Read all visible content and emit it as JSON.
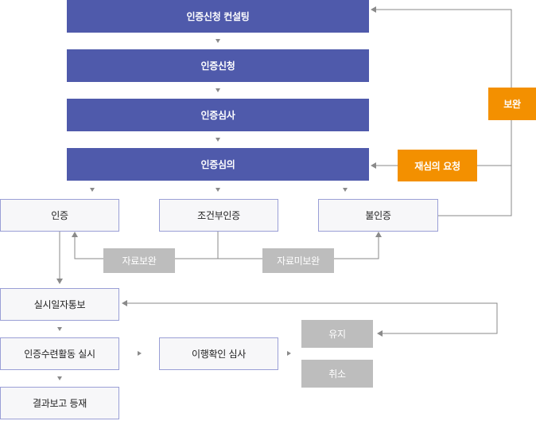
{
  "steps": {
    "consulting": "인증신청 컨설팅",
    "application": "인증신청",
    "review": "인증심사",
    "deliberation": "인증심의"
  },
  "outcomes": {
    "certified": "인증",
    "conditional": "조건부인증",
    "rejected": "불인증"
  },
  "actions": {
    "supplement": "보완",
    "re_review_request": "재심의 요청",
    "data_supplemented": "자료보완",
    "data_not_supplemented": "자료미보완"
  },
  "post_steps": {
    "report": "실시일자통보",
    "implementation": "인증수련활동 실시",
    "report_publish": "결과보고 등재",
    "compliance_review": "이행확인 심사",
    "maintain": "유지",
    "cancel": "취소"
  },
  "colors": {
    "step": "#4f5aab",
    "action": "#f39000",
    "gray": "#bdbdbd",
    "outcome_border": "#9a9fd6",
    "line": "#8a8a8a"
  }
}
